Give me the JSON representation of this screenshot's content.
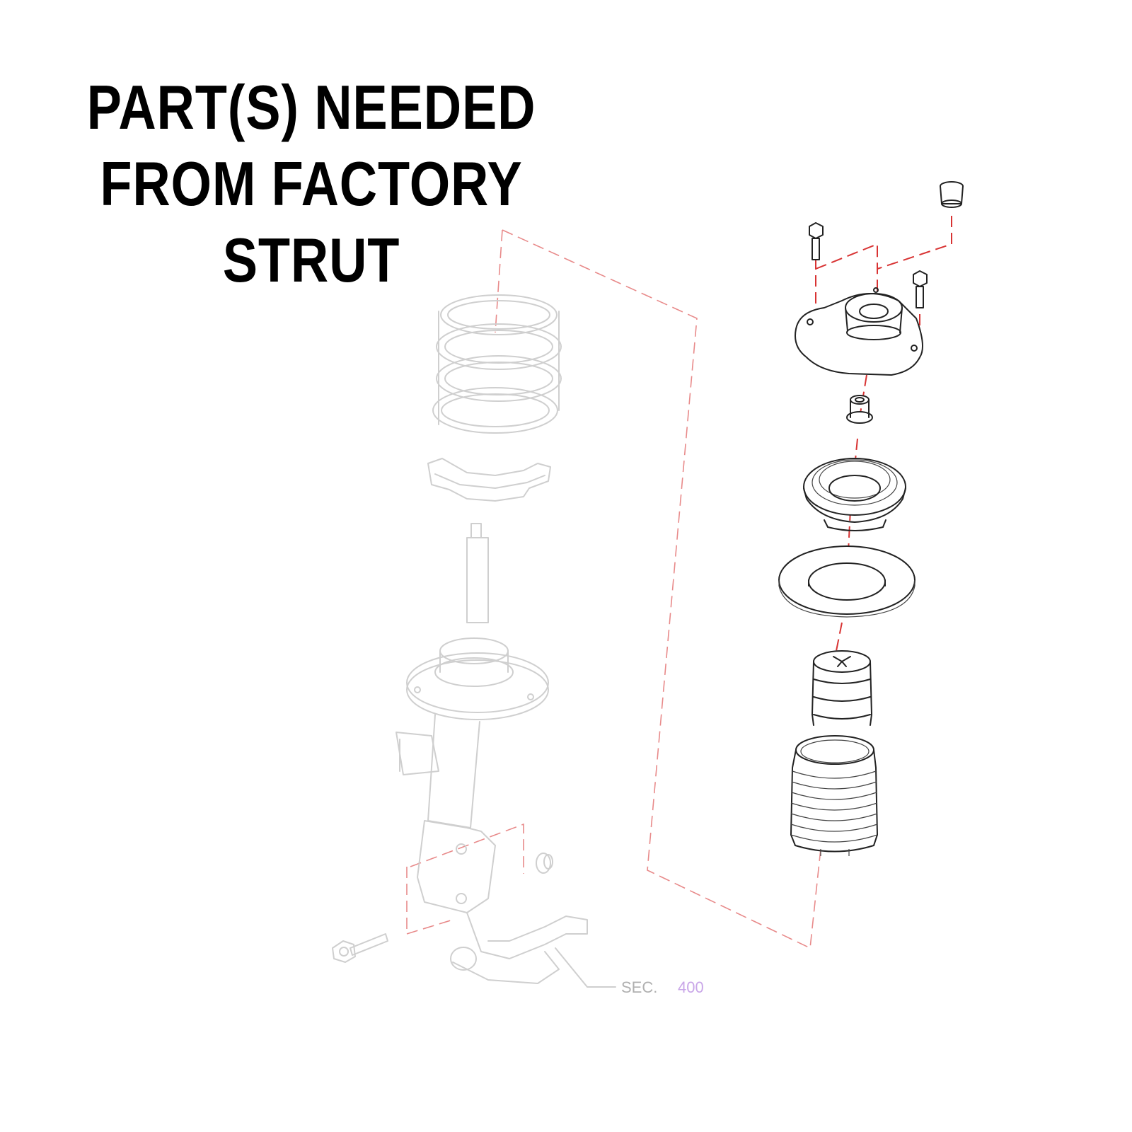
{
  "headline": {
    "line1": "PART(S) NEEDED",
    "line2": "FROM FACTORY",
    "line3": "STRUT"
  },
  "callout": {
    "sec_label": "SEC.",
    "sec_number": "400"
  },
  "colors": {
    "guide_line": "#d83333",
    "faded_assembly": "#cfcfcf",
    "highlighted_parts": "#222222",
    "section_number": "#c9a6e8"
  }
}
